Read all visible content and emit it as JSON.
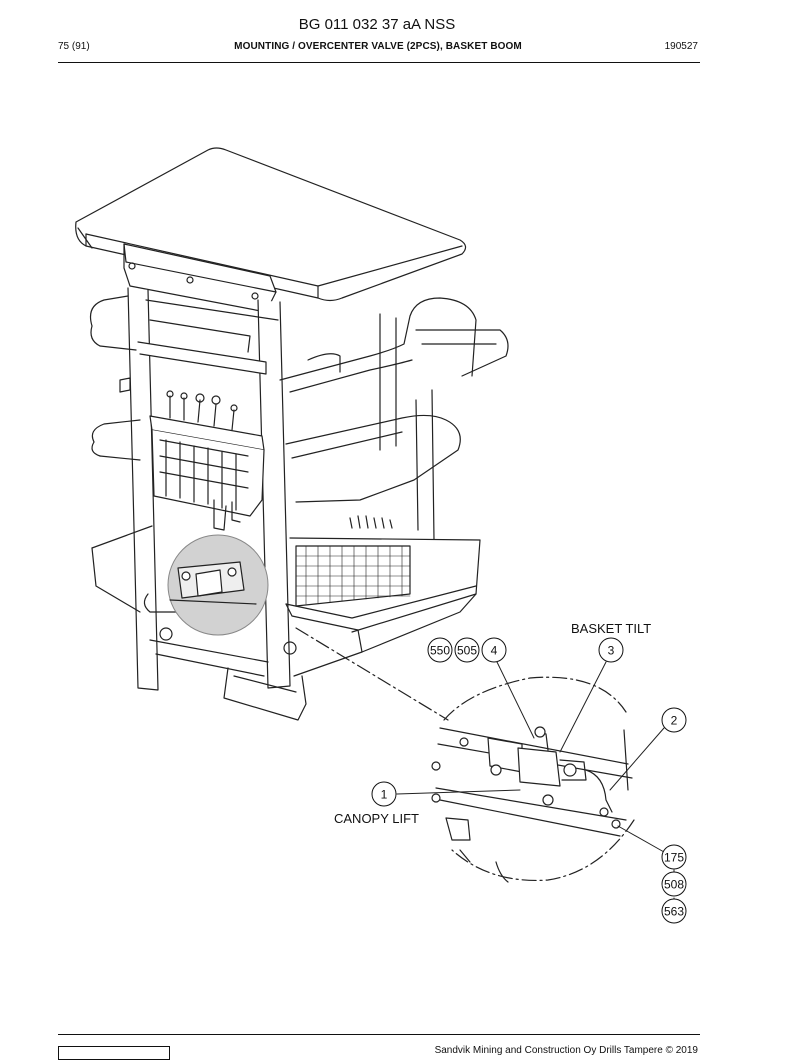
{
  "header": {
    "document_code": "BG 011 032 37 aA NSS",
    "page_number": "75 (91)",
    "section_title": "MOUNTING / OVERCENTER VALVE (2PCS), BASKET BOOM",
    "date_code": "190527"
  },
  "figure": {
    "labels": {
      "basket_tilt": "BASKET TILT",
      "canopy_lift": "CANOPY LIFT"
    },
    "callouts": {
      "c550": "550",
      "c505": "505",
      "c4": "4",
      "c3": "3",
      "c2": "2",
      "c1": "1",
      "c175": "175",
      "c508": "508",
      "c563": "563"
    }
  },
  "footer": {
    "copyright": "Sandvik Mining and Construction Oy Drills Tampere © 2019"
  }
}
